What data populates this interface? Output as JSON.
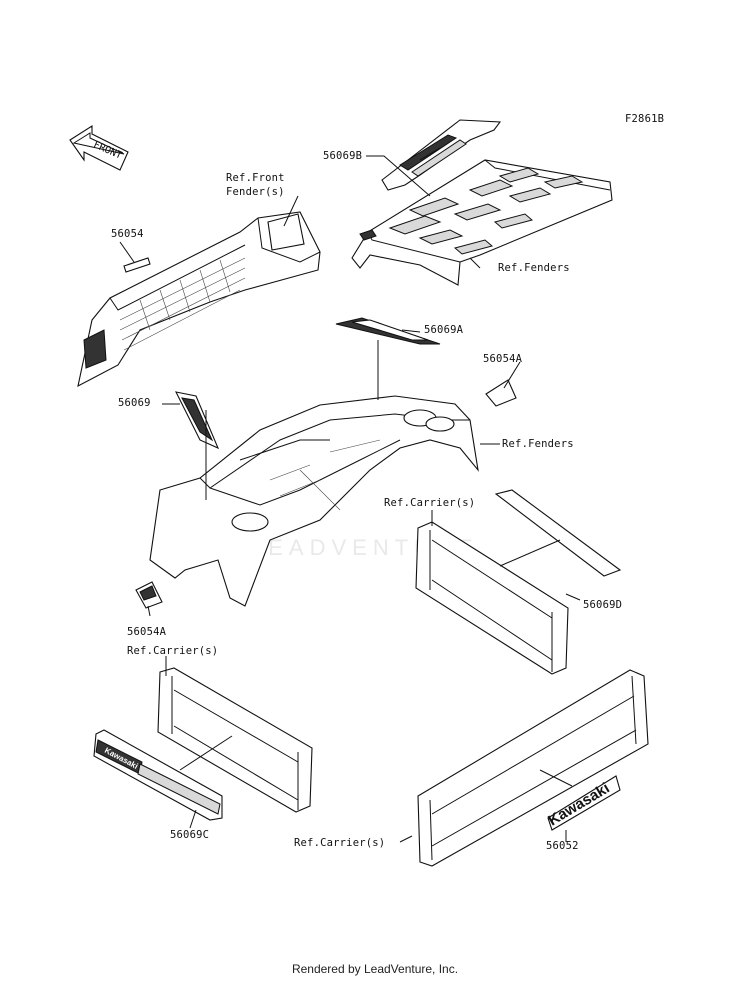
{
  "figure_code": "F2861B",
  "direction_arrow": "FRONT",
  "watermark": "LEADVENTURE",
  "footer": "Rendered by LeadVenture, Inc.",
  "labels": {
    "p56069b": "56069B",
    "ref_front_fender_1": "Ref.Front",
    "ref_front_fender_2": "Fender(s)",
    "p56054": "56054",
    "ref_fenders_top": "Ref.Fenders",
    "p56069a": "56069A",
    "p56054a_right": "56054A",
    "p56069": "56069",
    "ref_fenders_mid": "Ref.Fenders",
    "ref_carrier_right": "Ref.Carrier(s)",
    "p56069d": "56069D",
    "p56054a_left": "56054A",
    "ref_carrier_left": "Ref.Carrier(s)",
    "p56069c": "56069C",
    "ref_carrier_bottom": "Ref.Carrier(s)",
    "p56052": "56052"
  },
  "decals": {
    "kawasaki_large": "Kawasaki",
    "kawasaki_small": "Kawasaki"
  }
}
